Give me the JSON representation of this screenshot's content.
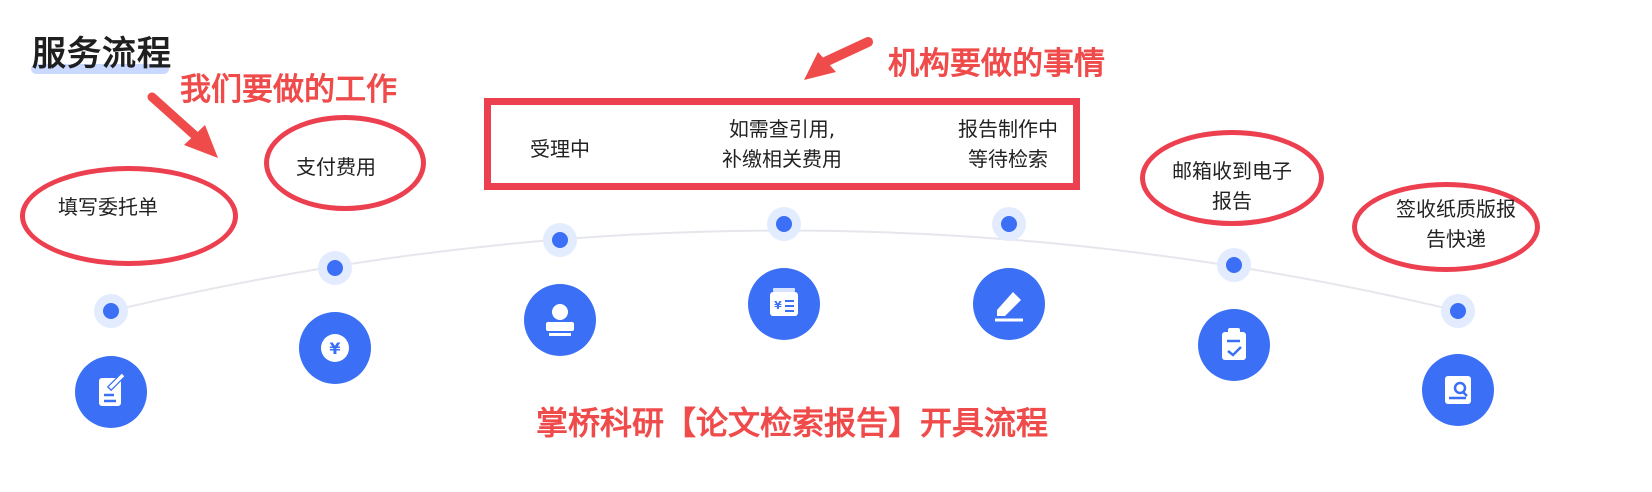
{
  "title": "服务流程",
  "annotations": {
    "our_work": "我们要做的工作",
    "agency_work": "机构要做的事情"
  },
  "steps": [
    {
      "lines": [
        "填写委托单"
      ],
      "icon": "edit-form-icon"
    },
    {
      "lines": [
        "支付费用"
      ],
      "icon": "yen-icon"
    },
    {
      "lines": [
        "受理中"
      ],
      "icon": "stamp-icon"
    },
    {
      "lines": [
        "如需查引用,",
        "补缴相关费用"
      ],
      "icon": "yen-document-icon"
    },
    {
      "lines": [
        "报告制作中",
        "等待检索"
      ],
      "icon": "pen-eraser-icon"
    },
    {
      "lines": [
        "邮箱收到电子",
        "报告"
      ],
      "icon": "clipboard-check-icon"
    },
    {
      "lines": [
        "签收纸质版报",
        "告快递"
      ],
      "icon": "report-search-icon"
    }
  ],
  "caption": "掌桥科研【论文检索报告】开具流程",
  "colors": {
    "accent_blue": "#3a6ff6",
    "annotation_red": "#f04b4b",
    "box_red": "#ec3f4f",
    "dot_halo": "#e3ebff",
    "arc_line": "#e5e7ec"
  }
}
